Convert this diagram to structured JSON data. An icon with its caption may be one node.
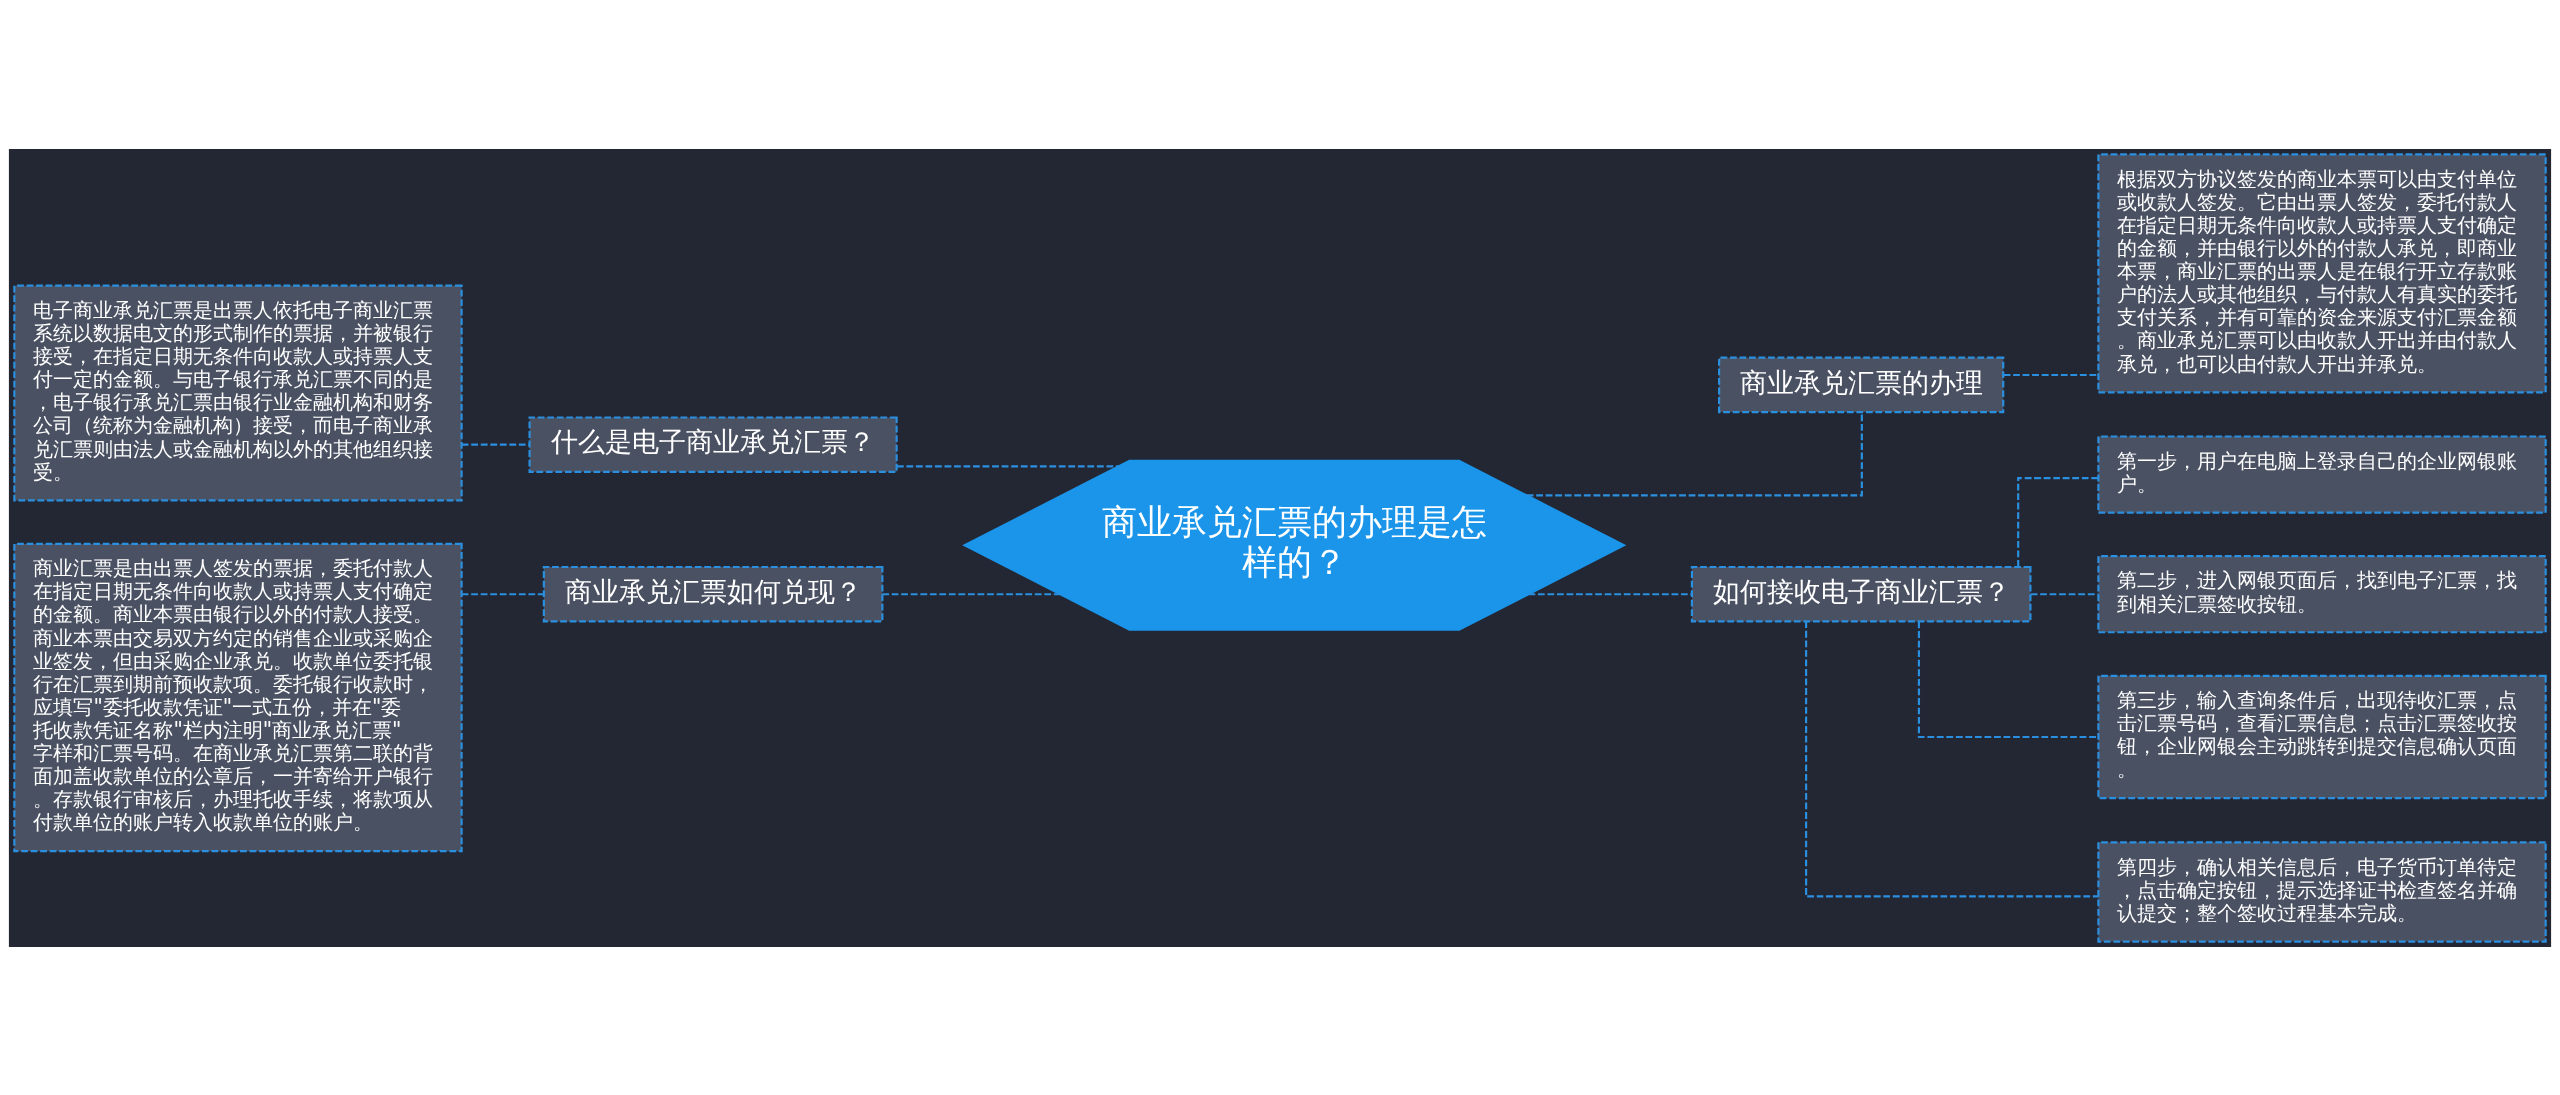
{
  "diagram": {
    "nodes": [
      {
        "text": [
          "商业承兑汇票的办理是怎样的？"
        ]
      },
      {
        "text": [
          "什么是电子商业承兑汇票？"
        ]
      },
      {
        "text": [
          "电子商业承兑汇票是出票人依托电子商业汇票系统以数据电文的形式制作的票据，并被银行接受，在指定日期无条件向收款人或持票人支付一定的金额。与电子银行承兑汇票不同的是，电子银行承兑汇票由银行业金融机构和财务公司（统称为金融机构）接受，而电子商业承兑汇票则由法人或金融机构以外的其他组织接受。"
        ]
      },
      {
        "text": [
          "商业承兑汇票如何兑现？"
        ]
      },
      {
        "text": [
          "商业汇票是由出票人签发的票据，委托付款人在指定日期无条件向收款人或持票人支付确定的金额。商业本票由银行以外的付款人接受。商业本票由交易双方约定的销售企业或采购企业签发，但由采购企业承兑。收款单位委托银行在汇票到期前预收款项。委托银行收款时，应填写\"委托收款凭证\"一式五份，并在\"委托收款凭证名称\"栏内注明\"商业承兑汇票\"字样和汇票号码。在商业承兑汇票第二联的背面加盖收款单位的公章后，一并寄给开户银行。存款银行审核后，办理托收手续，将款项从付款单位的账户转入收款单位的账户。"
        ]
      },
      {
        "text": [
          "商业承兑汇票的办理"
        ]
      },
      {
        "text": [
          "根据双方协议签发的商业本票可以由支付单位或收款人签发。它由出票人签发，委托付款人在指定日期无条件向收款人或持票人支付确定的金额，并由银行以外的付款人承兑，即商业本票，商业汇票的出票人是在银行开立存款账户的法人或其他组织，与付款人有真实的委托支付关系，并有可靠的资金来源支付汇票金额。商业承兑汇票可以由收款人开出并由付款人承兑，也可以由付款人开出并承兑。"
        ]
      },
      {
        "text": [
          "如何接收电子商业汇票？"
        ]
      },
      {
        "text": [
          "第一步，用户在电脑上登录自己的企业网银账户。"
        ]
      },
      {
        "text": [
          "第二步，进入网银页面后，找到电子汇票，找到相关汇票签收按钮。"
        ]
      },
      {
        "text": [
          "第三步，输入查询条件后，出现待收汇票，点击汇票号码，查看汇票信息；点击汇票签收按钮，企业网银会主动跳转到提交信息确认页面。"
        ]
      },
      {
        "text": [
          "第四步，确认相关信息后，电子货币订单待定，点击确定按钮，提示选择证书检查签名并确认提交；整个签收过程基本完成。"
        ]
      }
    ],
    "edges": [
      {
        "from": 2,
        "to": 1,
        "arrow": "none",
        "style": "dashed"
      },
      {
        "from": 1,
        "to": 0,
        "arrow": "none",
        "style": "dashed"
      },
      {
        "from": 4,
        "to": 3,
        "arrow": "none",
        "style": "dashed"
      },
      {
        "from": 3,
        "to": 0,
        "arrow": "none",
        "style": "dashed"
      },
      {
        "from": 0,
        "to": 5,
        "arrow": "none",
        "style": "dashed"
      },
      {
        "from": 5,
        "to": 6,
        "arrow": "none",
        "style": "dashed"
      },
      {
        "from": 0,
        "to": 7,
        "arrow": "none",
        "style": "dashed"
      },
      {
        "from": 7,
        "to": 8,
        "arrow": "none",
        "style": "dashed"
      },
      {
        "from": 7,
        "to": 9,
        "arrow": "none",
        "style": "dashed"
      },
      {
        "from": 7,
        "to": 10,
        "arrow": "none",
        "style": "dashed"
      },
      {
        "from": 7,
        "to": 11,
        "arrow": "none",
        "style": "dashed"
      }
    ]
  }
}
